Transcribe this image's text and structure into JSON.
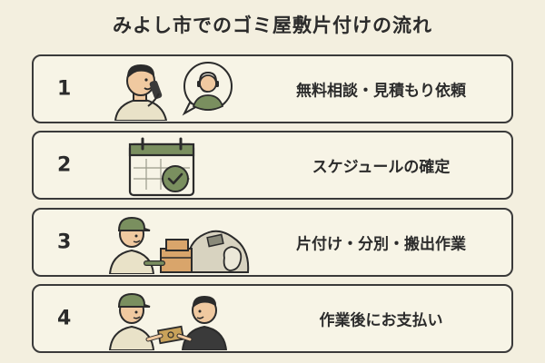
{
  "title": "みよし市でのゴミ屋敷片付けの流れ",
  "steps": [
    {
      "number": "1",
      "label": "無料相談・見積もり依頼",
      "icon": "phone-call-icon"
    },
    {
      "number": "2",
      "label": "スケジュールの確定",
      "icon": "calendar-check-icon"
    },
    {
      "number": "3",
      "label": "片付け・分別・搬出作業",
      "icon": "worker-boxes-icon"
    },
    {
      "number": "4",
      "label": "作業後にお支払い",
      "icon": "payment-handover-icon"
    }
  ],
  "colors": {
    "background": "#f3efdf",
    "card": "#f7f4e6",
    "border": "#3a3a3a",
    "accent_green": "#7a8f5f",
    "skin": "#f0c9a0"
  }
}
